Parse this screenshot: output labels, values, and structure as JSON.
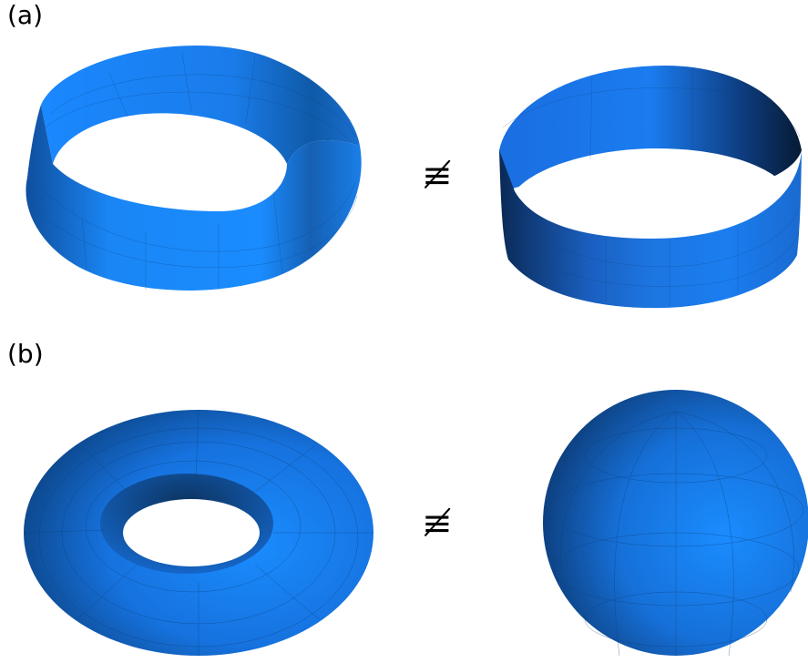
{
  "panels": [
    {
      "label": "(a)",
      "left_shape": "mobius-strip",
      "right_shape": "cylinder-band",
      "relation": "≢"
    },
    {
      "label": "(b)",
      "left_shape": "torus",
      "right_shape": "sphere",
      "relation": "≢"
    }
  ],
  "colors": {
    "surface_light": "#1a8cff",
    "surface_mid": "#1470d6",
    "surface_dark": "#0a2a55",
    "mesh_line": "#0d3f7a"
  }
}
